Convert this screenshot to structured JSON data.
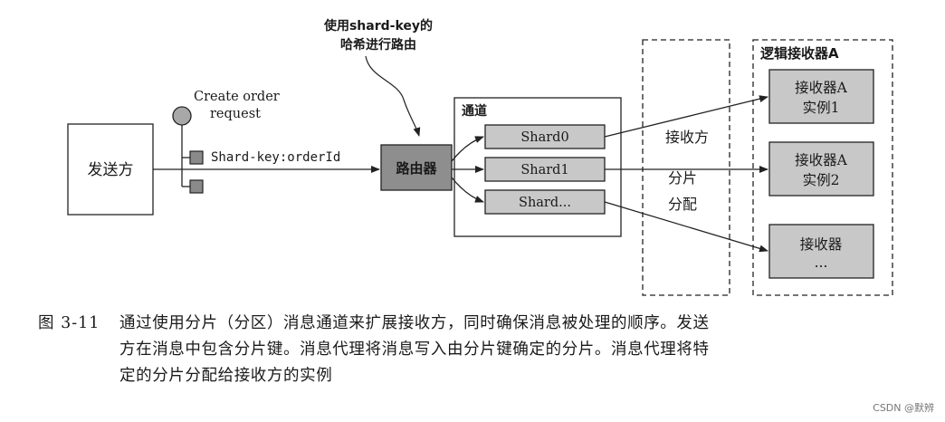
{
  "diagram": {
    "sender": "发送方",
    "request_label": [
      "Create order",
      "request"
    ],
    "shard_key": "Shard-key:orderId",
    "routing_note": [
      "使用shard-key的",
      "哈希进行路由"
    ],
    "router": "路由器",
    "channel_title": "通道",
    "shards": [
      "Shard0",
      "Shard1",
      "Shard..."
    ],
    "receiver_label": "接收方",
    "shard_assign": [
      "分片",
      "分配"
    ],
    "logical_group_title": "逻辑接收器A",
    "instances": [
      [
        "接收器A",
        "实例1"
      ],
      [
        "接收器A",
        "实例2"
      ],
      [
        "接收器",
        "..."
      ]
    ]
  },
  "caption": {
    "figure_no": "图 3-11",
    "lines": [
      "通过使用分片（分区）消息通道来扩展接收方，同时确保消息被处理的顺序。发送",
      "方在消息中包含分片键。消息代理将消息写入由分片键确定的分片。消息代理将特",
      "定的分片分配给接收方的实例"
    ]
  },
  "watermark": "CSDN @默辨",
  "colors": {
    "box_fill": "#c8c8c8",
    "router_fill": "#8e8e8e",
    "circle_fill": "#a8a8a8",
    "small_square_fill": "#8a8a8a",
    "line": "#222222"
  }
}
